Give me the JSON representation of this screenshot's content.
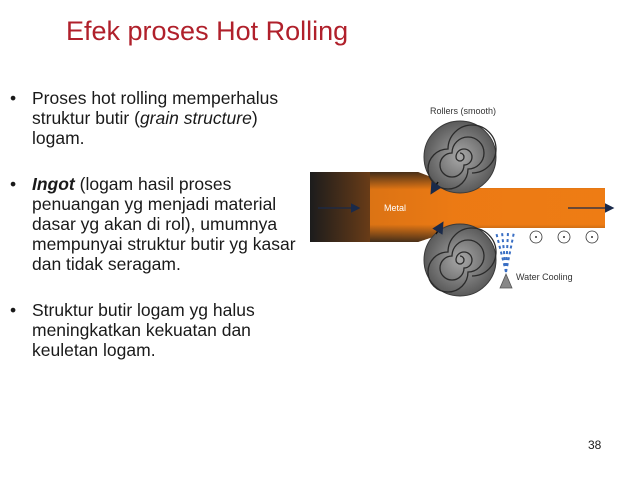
{
  "slide": {
    "title": "Efek proses Hot Rolling",
    "bullets": [
      {
        "marker": "•",
        "pre": "Proses hot rolling memperhalus struktur butir (",
        "italic": "grain structure",
        "post": ") logam."
      },
      {
        "marker": "•",
        "bold_italic": "Ingot",
        "post": " (logam hasil proses penuangan yg menjadi material dasar yg akan di rol), umumnya mempunyai struktur butir yg kasar dan tidak seragam."
      },
      {
        "marker": "•",
        "post": "Struktur butir logam yg halus meningkatkan kekuatan dan keuletan logam."
      }
    ],
    "page_number": "38"
  },
  "diagram": {
    "rollers_label": "Rollers (smooth)",
    "metal_label": "Metal",
    "water_label": "Water Cooling"
  },
  "colors": {
    "title": "#b0202b",
    "metal": "#f07d14",
    "roller": "#8a8a8a",
    "water": "#3a6fc4"
  }
}
